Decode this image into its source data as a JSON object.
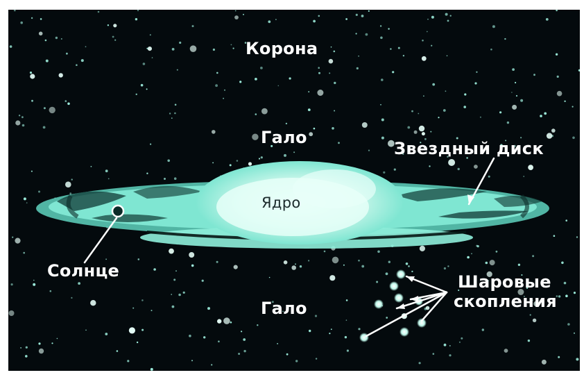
{
  "labels": {
    "corona": "Корона",
    "halo_top": "Гало",
    "halo_bottom": "Гало",
    "nucleus": "Ядро",
    "star_disk": "Звездный диск",
    "sun": "Солнце",
    "globular_line1": "Шаровые",
    "globular_line2": "скопления"
  },
  "colors": {
    "background": "#040a0d",
    "disk": "#7fe6d2",
    "disk_bright": "#d8fbf2",
    "stars": "#cffaf0",
    "label_text": "#ffffff"
  }
}
